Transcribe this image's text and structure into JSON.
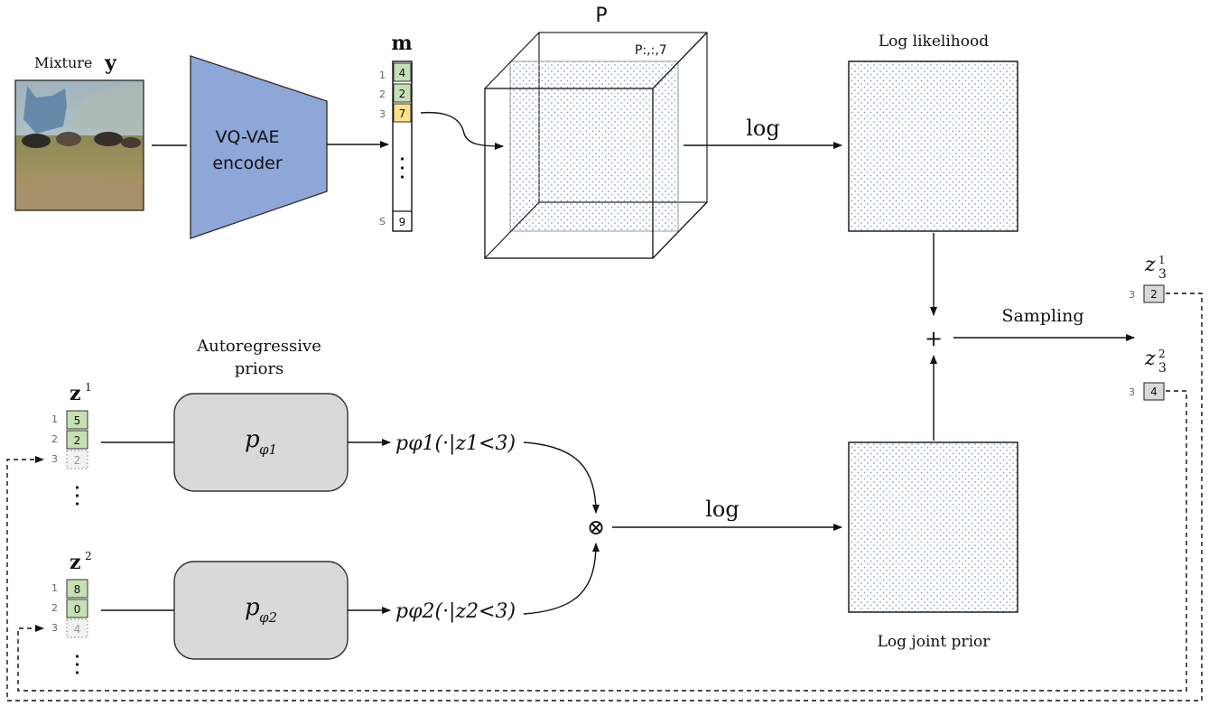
{
  "input": {
    "label": "Mixture",
    "symbol": "y"
  },
  "encoder": {
    "line1": "VQ-VAE",
    "line2": "encoder",
    "fill": "#8ea6d8"
  },
  "code_vector": {
    "symbol": "m",
    "rows": [
      {
        "index": "1",
        "value": "4",
        "state": "green"
      },
      {
        "index": "2",
        "value": "2",
        "state": "green"
      },
      {
        "index": "3",
        "value": "7",
        "state": "yellow"
      },
      {
        "index": "S",
        "value": "9",
        "state": "white"
      }
    ]
  },
  "tensor": {
    "label": "P",
    "slice_label": "P:,:,7"
  },
  "log_likelihood": {
    "title": "Log likelihood",
    "op_label": "log"
  },
  "joint_prior": {
    "title": "Log joint prior",
    "op_label": "log"
  },
  "sampling": {
    "label": "Sampling",
    "plus": "+"
  },
  "priors": {
    "title_line1": "Autoregressive",
    "title_line2": "priors",
    "product_symbol": "⊗",
    "sources": [
      {
        "symbol": "z",
        "sup": "1",
        "rows": [
          {
            "index": "1",
            "value": "5",
            "state": "green"
          },
          {
            "index": "2",
            "value": "2",
            "state": "green"
          },
          {
            "index": "3",
            "value": "2",
            "state": "faded"
          }
        ],
        "model": "p",
        "model_sub": "φ1",
        "output": "pφ1(·|z1<3)"
      },
      {
        "symbol": "z",
        "sup": "2",
        "rows": [
          {
            "index": "1",
            "value": "8",
            "state": "green"
          },
          {
            "index": "2",
            "value": "0",
            "state": "green"
          },
          {
            "index": "3",
            "value": "4",
            "state": "faded"
          }
        ],
        "model": "p",
        "model_sub": "φ2",
        "output": "pφ2(·|z2<3)"
      }
    ]
  },
  "samples": [
    {
      "symbol": "z",
      "sub": "3",
      "sup": "1",
      "index": "3",
      "value": "2"
    },
    {
      "symbol": "z",
      "sub": "3",
      "sup": "2",
      "index": "3",
      "value": "4"
    }
  ],
  "colors": {
    "green": "#c6e0b4",
    "yellow": "#ffe08a",
    "gray_box": "#d9d9d9",
    "dot": "#7fa3c9"
  }
}
